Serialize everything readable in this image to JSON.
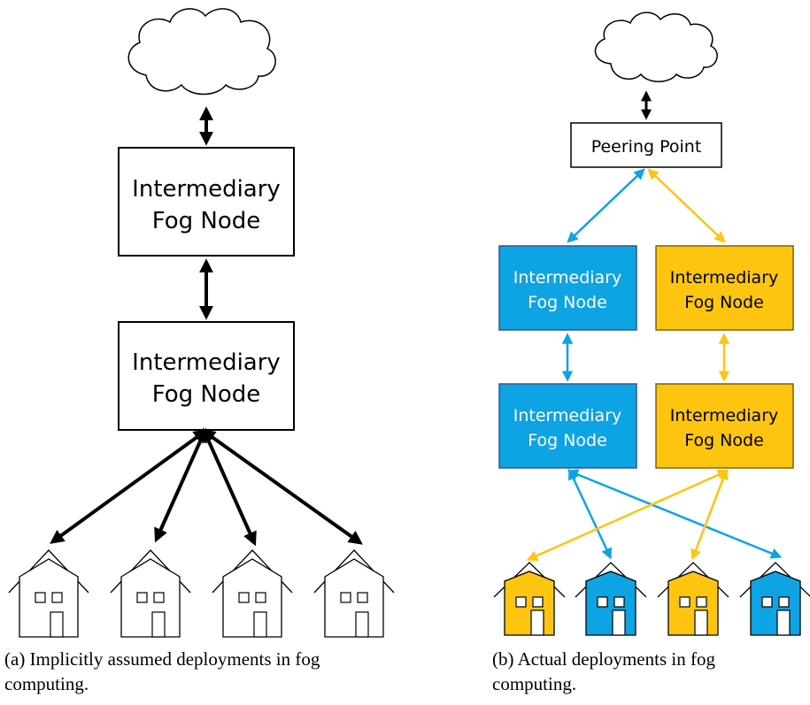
{
  "panel_a": {
    "nodes": [
      {
        "line1": "Intermediary",
        "line2": "Fog Node"
      },
      {
        "line1": "Intermediary",
        "line2": "Fog Node"
      }
    ],
    "house_count": 4,
    "caption": {
      "line1": "(a) Implicitly assumed deployments in fog",
      "line2": "computing."
    }
  },
  "panel_b": {
    "peering_label": "Peering Point",
    "blue_nodes": [
      {
        "line1": "Intermediary",
        "line2": "Fog Node"
      },
      {
        "line1": "Intermediary",
        "line2": "Fog Node"
      }
    ],
    "yellow_nodes": [
      {
        "line1": "Intermediary",
        "line2": "Fog Node"
      },
      {
        "line1": "Intermediary",
        "line2": "Fog Node"
      }
    ],
    "house_colors": [
      "yellow",
      "blue",
      "yellow",
      "blue"
    ],
    "caption": {
      "line1": "(b)  Actual  deployments  in  fog",
      "line2": "computing."
    }
  },
  "colors": {
    "blue": "#0ea3e3",
    "yellow": "#fdc510",
    "black": "#000000",
    "blue_border": "#2e5596",
    "yellow_border": "#7f6000"
  }
}
